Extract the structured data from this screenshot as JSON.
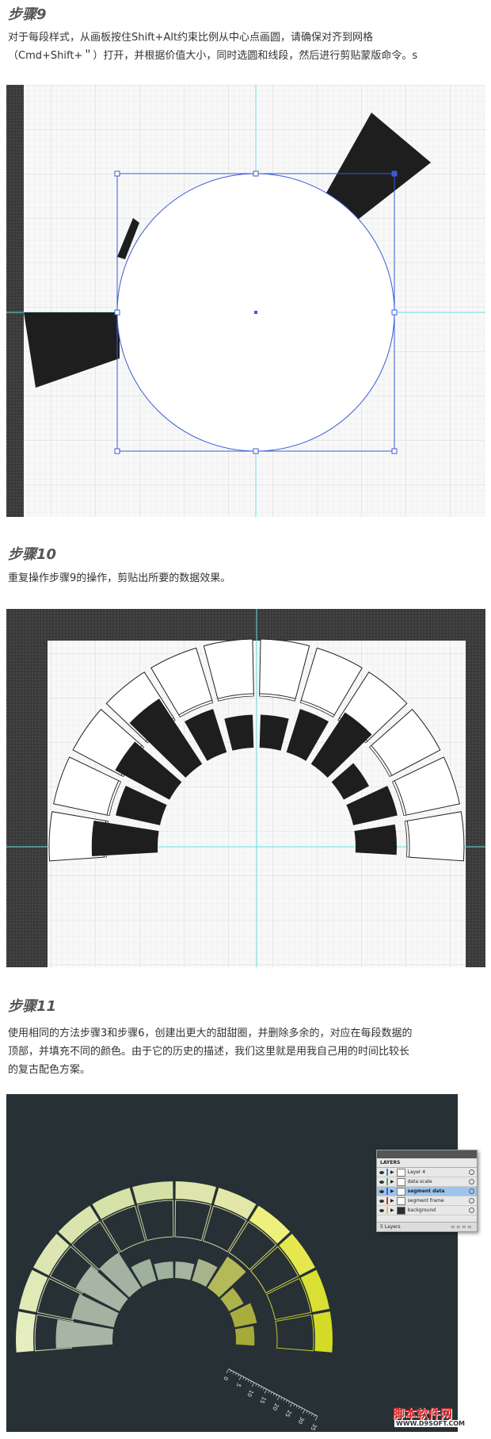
{
  "step9": {
    "title": "步骤9",
    "lines": [
      "对于每段样式，从画板按住Shift+Alt约束比例从中心点画圆，请确保对齐到网格",
      "（Cmd+Shift+＂）打开，并根据价值大小，同时选圆和线段，然后进行剪贴蒙版命令。s"
    ]
  },
  "step10": {
    "title": "步骤10",
    "lines": [
      "重复操作步骤9的操作，剪贴出所要的数据效果。"
    ]
  },
  "step11": {
    "title": "步骤11",
    "lines": [
      "使用相同的方法步骤3和步骤6，创建出更大的甜甜圈，并删除多余的，对应在每段数据的",
      "顶部，并填充不同的颜色。由于它的历史的描述，我们这里就是用我自己用的时间比较长",
      "的复古配色方案。"
    ]
  },
  "scale_labels": [
    "0",
    "5",
    "10",
    "15",
    "20",
    "25",
    "30",
    "35"
  ],
  "layers_panel": {
    "title": "LAYERS",
    "rows": [
      "Layer 4",
      "data scale",
      "segment data",
      "segment frame",
      "background"
    ],
    "selected_index": 2,
    "footer": "5 Layers"
  },
  "watermark": {
    "brand": "脚本软件网",
    "url": "WWW.D9SOFT.COM"
  },
  "colors": {
    "guide": "#5fe3e3",
    "selection": "#3a5bd9",
    "dark_bg": "#263035",
    "segment_dark": "#1e1e1e",
    "watermark_red": "#d9262b"
  }
}
